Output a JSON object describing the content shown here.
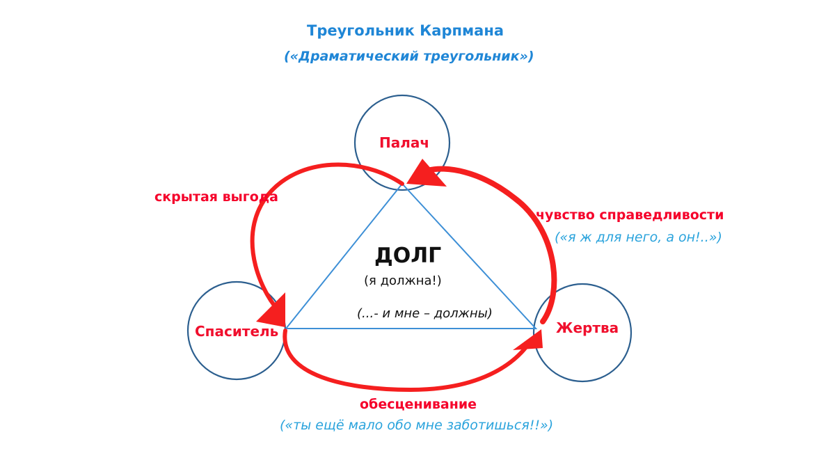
{
  "header": {
    "title": "Треугольник Карпмана",
    "subtitle": "(«Драматический треугольник»)"
  },
  "roles": {
    "top": "Палач",
    "left": "Спаситель",
    "right": "Жертва"
  },
  "center": {
    "main": "ДОЛГ",
    "sub": "(я должна!)",
    "note": "(...- и мне – должны)"
  },
  "arrows": {
    "left": {
      "label": "скрытая выгода"
    },
    "right": {
      "label": "чувство справедливости",
      "quote": "(«я ж для него, а он!..»)"
    },
    "bottom": {
      "label": "обесценивание",
      "quote": "(«ты ещё мало обо мне заботишься!!»)"
    }
  },
  "colors": {
    "title": "#1f86d6",
    "arrow": "#f51f1f",
    "role_text": "#f00f2d",
    "circle": "#2c5f8f",
    "triangle": "#3d8fd6",
    "quote": "#2aa3dc"
  }
}
